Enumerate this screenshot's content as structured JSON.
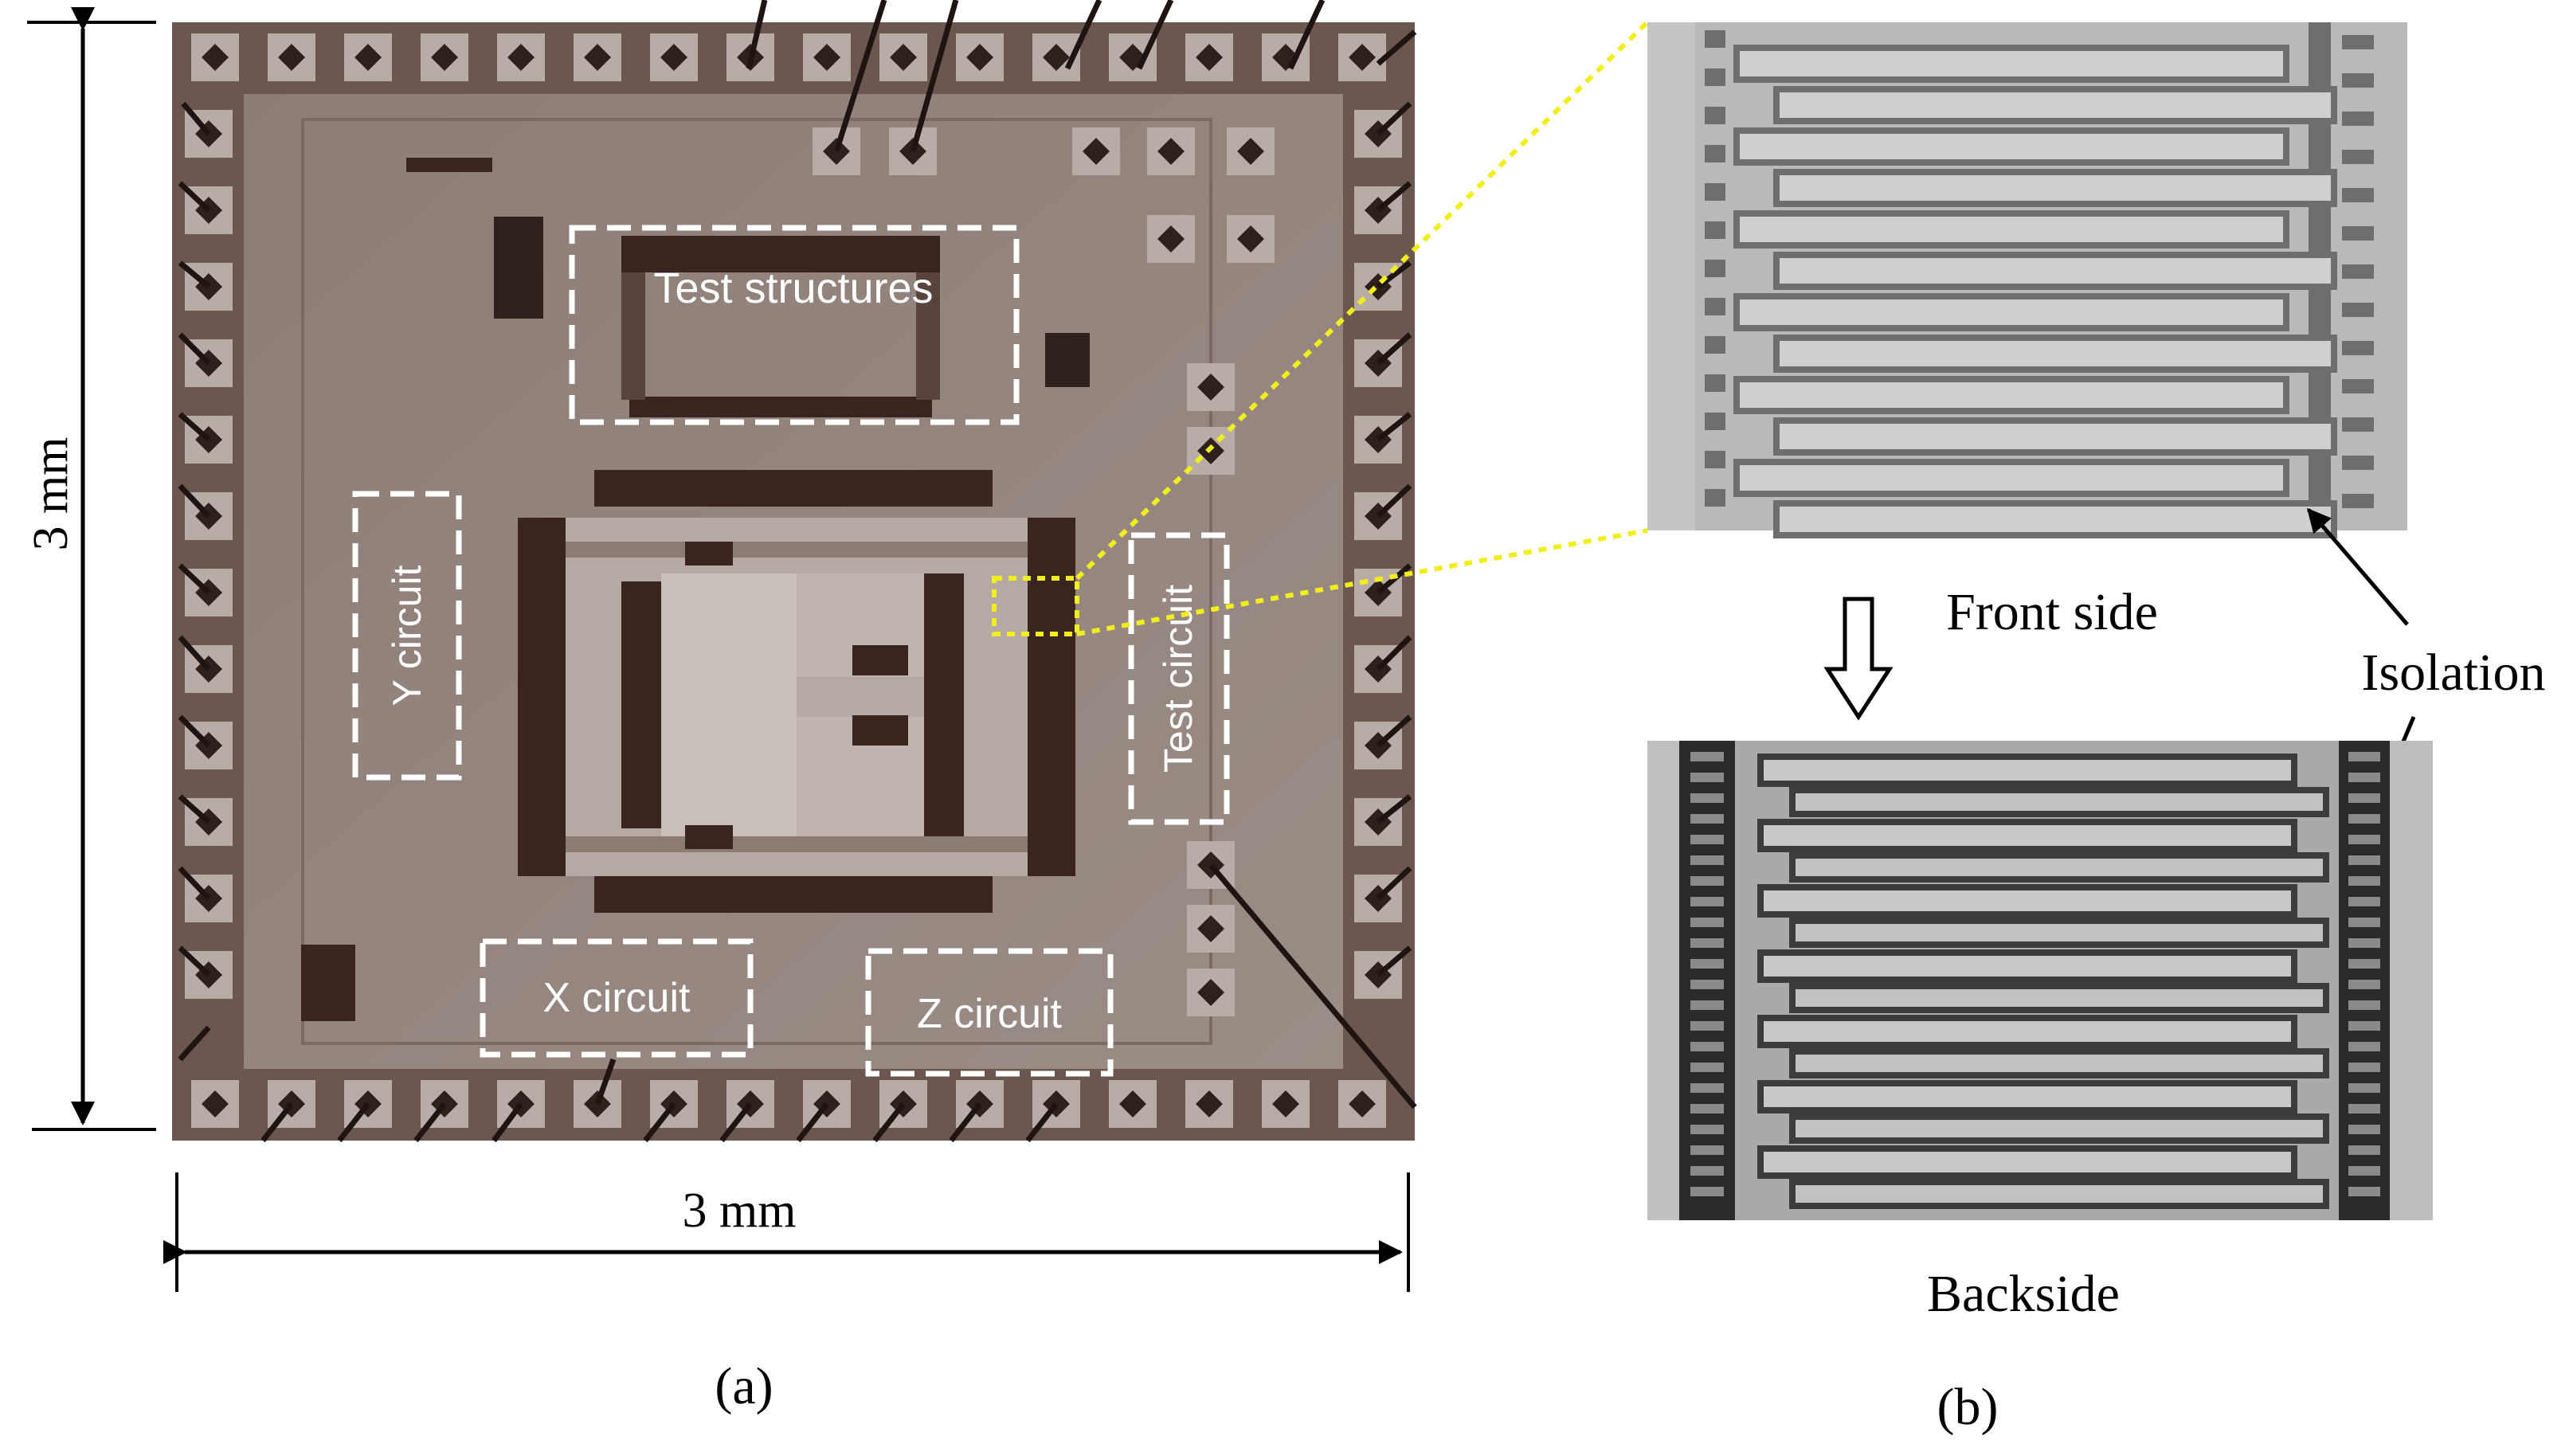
{
  "panel_a": {
    "height_dim_label": "3 mm",
    "width_dim_label": "3 mm",
    "caption": "(a)",
    "chip_labels": {
      "test_structures": "Test structures",
      "y_circuit": "Y circuit",
      "test_circuit": "Test circuit",
      "x_circuit": "X circuit",
      "z_circuit": "Z circuit"
    }
  },
  "panel_b": {
    "front_side": "Front side",
    "backside": "Backside",
    "isolation": "Isolation",
    "caption": "(b)"
  },
  "colors": {
    "chip_surface": "#9a8d86",
    "chip_bg": "#6b5650",
    "pad": "#b8aca6",
    "dark_feature": "#3a2420",
    "dashed_box": "#ffffff",
    "zoom_lines": "#f2ee1e",
    "sem_gray": "#b4b4b4"
  }
}
